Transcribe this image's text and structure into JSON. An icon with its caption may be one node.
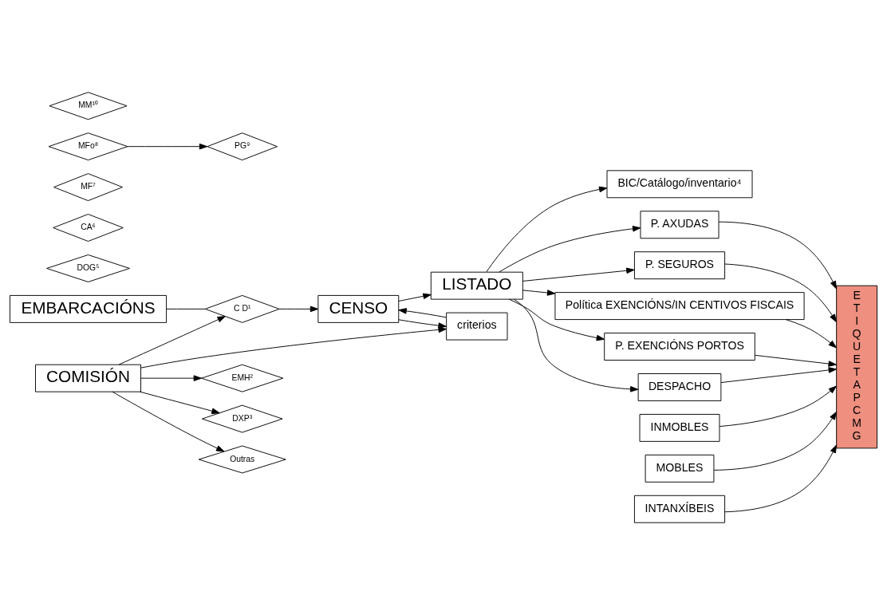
{
  "diagram": {
    "nodes": [
      {
        "text": [
          "EMBARCACIÓNS"
        ]
      },
      {
        "text": [
          "COMISIÓN"
        ]
      },
      {
        "text": [
          "criterios"
        ]
      },
      {
        "text": [
          "C D¹"
        ]
      },
      {
        "text": [
          "EMH²"
        ]
      },
      {
        "text": [
          "DXP³"
        ]
      },
      {
        "text": [
          "Outras"
        ]
      },
      {
        "text": [
          "CENSO"
        ]
      },
      {
        "text": [
          "LISTADO"
        ]
      },
      {
        "text": [
          "BIC/Catálogo/inventario⁴"
        ]
      },
      {
        "text": [
          "DOG⁵"
        ]
      },
      {
        "text": [
          "P. AXUDAS"
        ]
      },
      {
        "text": [
          "CA⁶"
        ]
      },
      {
        "text": [
          "P. SEGUROS"
        ]
      },
      {
        "text": [
          "MF⁷"
        ]
      },
      {
        "text": [
          "Política EXENCIÓNS/IN CENTIVOS FISCAIS"
        ]
      },
      {
        "text": [
          "MFo⁸"
        ]
      },
      {
        "text": [
          "PG⁹"
        ]
      },
      {
        "text": [
          "P. EXENCIÓNS PORTOS"
        ]
      },
      {
        "text": [
          "MM¹⁰"
        ]
      },
      {
        "text": [
          "DESPACHO"
        ]
      },
      {
        "text": [
          "E T I Q U E T A P C M G"
        ]
      },
      {
        "text": [
          "INMOBLES"
        ]
      },
      {
        "text": [
          "MOBLES"
        ]
      },
      {
        "text": [
          "INTANXÍBEIS"
        ]
      }
    ],
    "edges": [
      {
        "from": 0,
        "to": 3,
        "arrow": "none"
      },
      {
        "from": 3,
        "to": 7,
        "arrow": "to"
      },
      {
        "from": 1,
        "to": 2,
        "arrow": "to"
      },
      {
        "from": 1,
        "to": 3,
        "arrow": "to"
      },
      {
        "from": 2,
        "to": 7,
        "arrow": "to"
      },
      {
        "from": 7,
        "to": 2,
        "arrow": "to"
      },
      {
        "from": 1,
        "to": 4,
        "arrow": "to"
      },
      {
        "from": 1,
        "to": 5,
        "arrow": "to"
      },
      {
        "from": 1,
        "to": 6,
        "arrow": "to"
      },
      {
        "from": 7,
        "to": 8,
        "arrow": "to"
      },
      {
        "from": 8,
        "to": 9,
        "arrow": "to"
      },
      {
        "from": 8,
        "to": 11,
        "arrow": "to"
      },
      {
        "from": 8,
        "to": 13,
        "arrow": "to"
      },
      {
        "from": 8,
        "to": 15,
        "arrow": "to"
      },
      {
        "from": 8,
        "to": 18,
        "arrow": "to"
      },
      {
        "from": 8,
        "to": 20,
        "arrow": "to"
      },
      {
        "from": 16,
        "to": 17,
        "arrow": "to"
      },
      {
        "from": 11,
        "to": 21,
        "arrow": "to"
      },
      {
        "from": 13,
        "to": 21,
        "arrow": "to"
      },
      {
        "from": 15,
        "to": 21,
        "arrow": "to"
      },
      {
        "from": 18,
        "to": 21,
        "arrow": "to"
      },
      {
        "from": 20,
        "to": 21,
        "arrow": "to"
      },
      {
        "from": 22,
        "to": 21,
        "arrow": "to"
      },
      {
        "from": 23,
        "to": 21,
        "arrow": "to"
      },
      {
        "from": 24,
        "to": 21,
        "arrow": "to"
      }
    ]
  }
}
